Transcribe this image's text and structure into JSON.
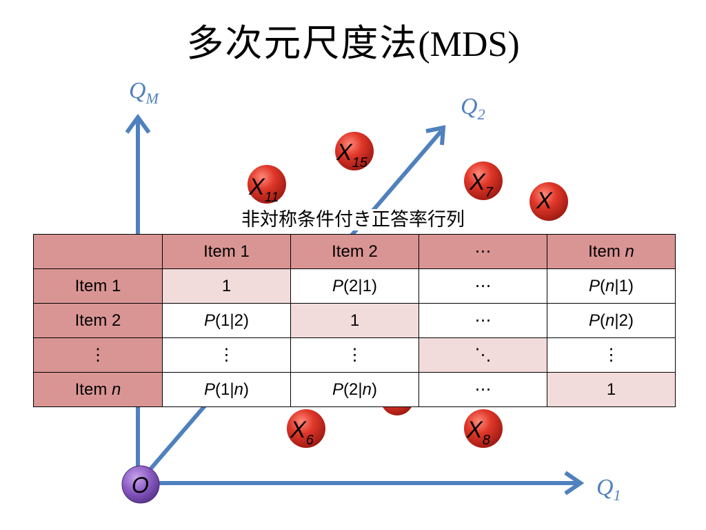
{
  "title": {
    "cjk": "多次元尺度法",
    "ascii": "(MDS)"
  },
  "axes": {
    "q1": {
      "main": "Q",
      "sub": "1"
    },
    "q2": {
      "main": "Q",
      "sub": "2"
    },
    "qm": {
      "main": "Q",
      "sub": "M"
    },
    "origin": "O"
  },
  "points": [
    {
      "main": "X",
      "sub": "15"
    },
    {
      "main": "X",
      "sub": "11"
    },
    {
      "main": "X",
      "sub": "7"
    },
    {
      "main": "X",
      "sub": ""
    },
    {
      "main": "X",
      "sub": "6"
    },
    {
      "main": "X",
      "sub": "8"
    }
  ],
  "table": {
    "caption": "非対称条件付き正答率行列",
    "header": [
      "",
      "Item 1",
      "Item 2",
      "⋯",
      "Item n"
    ],
    "rows": [
      [
        "Item 1",
        "1",
        "P(2|1)",
        "⋯",
        "P(n|1)"
      ],
      [
        "Item 2",
        "P(1|2)",
        "1",
        "⋯",
        "P(n|2)"
      ],
      [
        "⋮",
        "⋮",
        "⋮",
        "⋱",
        "⋮"
      ],
      [
        "Item n",
        "P(1|n)",
        "P(2|n)",
        "⋯",
        "1"
      ]
    ]
  },
  "colors": {
    "axis": "#4f81bd",
    "point": "#c0392b",
    "origin": "#7d4cb0",
    "header_fill": "#d99594",
    "diagonal_fill": "#f2dcdb"
  }
}
